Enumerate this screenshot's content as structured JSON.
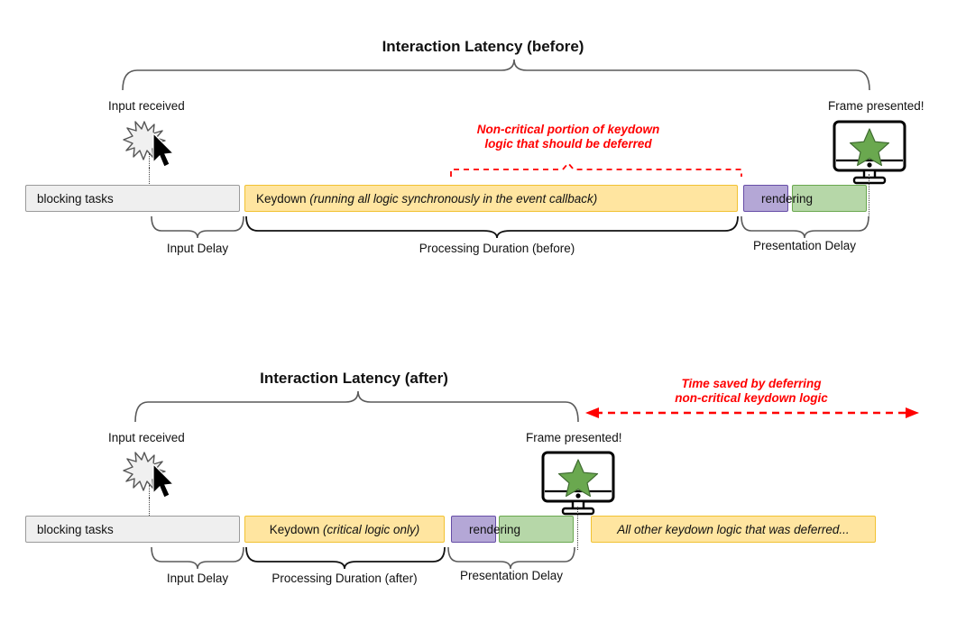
{
  "page": {
    "background": "#ffffff",
    "accent_red": "#ff0000",
    "colors": {
      "blocking_fill": "#efefef",
      "blocking_border": "#9a9a9a",
      "keydown_fill": "#ffe5a0",
      "keydown_border": "#f1c232",
      "purple_fill": "#b4a7d6",
      "purple_border": "#674ea7",
      "green_fill": "#b6d7a8",
      "green_border": "#6aa84f",
      "star_fill": "#6aa84f"
    }
  },
  "diagram_before": {
    "title": "Interaction Latency (before)",
    "input_label": "Input received",
    "frame_label": "Frame presented!",
    "annotation": {
      "line1": "Non-critical portion of keydown",
      "line2": "logic that should be deferred"
    },
    "bars": [
      {
        "name": "blocking-tasks",
        "label": "Keydown",
        "text": "blocking tasks",
        "italic": ""
      },
      {
        "name": "keydown",
        "label": "Keydown ",
        "text": "Keydown ",
        "italic": "(running all logic synchronously in the event callback)"
      },
      {
        "name": "pre-render",
        "label": "",
        "text": "",
        "italic": ""
      },
      {
        "name": "render",
        "label": "rendering",
        "text": "rendering",
        "italic": ""
      }
    ],
    "render_text": "rendering",
    "brace_labels": [
      "Input Delay",
      "Processing Duration (before)",
      "Presentation Delay"
    ],
    "icons": {
      "input": "spark-cursor-icon",
      "frame": "monitor-star-icon"
    }
  },
  "diagram_after": {
    "title": "Interaction Latency (after)",
    "input_label": "Input received",
    "frame_label": "Frame presented!",
    "annotation": {
      "line1": "Time saved by deferring",
      "line2": "non-critical keydown logic"
    },
    "bars": [
      {
        "name": "blocking-tasks",
        "text": "blocking tasks",
        "italic": ""
      },
      {
        "name": "keydown",
        "text": "Keydown ",
        "italic": "(critical logic only)"
      },
      {
        "name": "pre-render",
        "text": "",
        "italic": ""
      },
      {
        "name": "render",
        "text": "rendering",
        "italic": ""
      },
      {
        "name": "deferred",
        "text": "",
        "italic": "All other keydown logic that was deferred..."
      }
    ],
    "render_text": "rendering",
    "deferred_text": "All other keydown logic that was deferred...",
    "brace_labels": [
      "Input Delay",
      "Processing Duration (after)",
      "Presentation Delay"
    ],
    "icons": {
      "input": "spark-cursor-icon",
      "frame": "monitor-star-icon"
    }
  }
}
